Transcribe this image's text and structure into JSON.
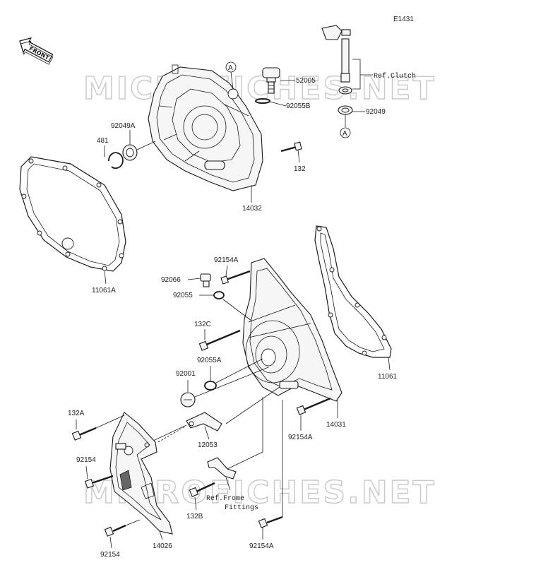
{
  "diagram_code": "E1431",
  "front_arrow": {
    "text": "FRONT",
    "icon": "front-arrow-icon"
  },
  "watermark": "MICROFICHES.NET",
  "references": {
    "ref_clutch": "Ref.Clutch",
    "ref_frame_line1": "Ref.Frome",
    "ref_frame_line2": "Fittings"
  },
  "callouts": {
    "marker_a": "A",
    "p52005": "52005",
    "p92055B": "92055B",
    "p92049": "92049",
    "p92049A": "92049A",
    "p481": "481",
    "p132": "132",
    "p14032": "14032",
    "p11061A": "11061A",
    "p92154A_top": "92154A",
    "p92066": "92066",
    "p92055": "92055",
    "p132C": "132C",
    "p92055A": "92055A",
    "p92001": "92001",
    "p11061": "11061",
    "p14031": "14031",
    "p92154A_right": "92154A",
    "p132A": "132A",
    "p12053": "12053",
    "p92154_mid": "92154",
    "p132B": "132B",
    "p14026": "14026",
    "p92154_bottom": "92154",
    "p92154A_bottom": "92154A"
  }
}
